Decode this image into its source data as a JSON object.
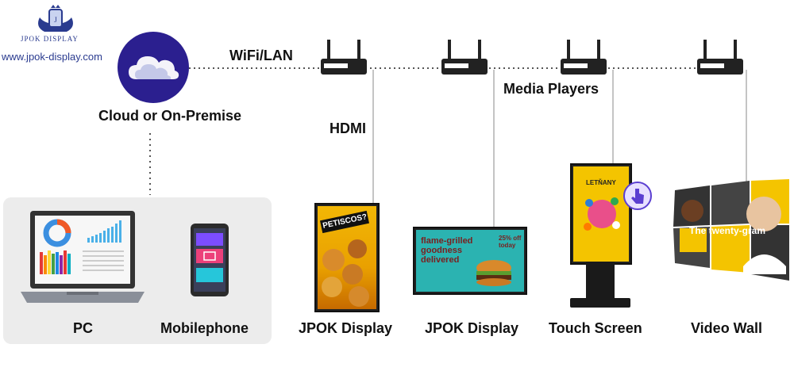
{
  "brand": {
    "logo_text": "JPOK DISPLAY",
    "website": "www.jpok-display.com"
  },
  "diagram": {
    "cloud_label": "Cloud or On-Premise",
    "network_label": "WiFi/LAN",
    "hdmi_label": "HDMI",
    "media_players_label": "Media Players",
    "controllers": [
      {
        "label": "PC"
      },
      {
        "label": "Mobilephone"
      }
    ],
    "displays": [
      {
        "label_bold": "JPOK",
        "label_rest": " Display",
        "screen_text": "PETISCOS?"
      },
      {
        "label_bold": "JPOK",
        "label_rest": " Display",
        "screen_text": "flame-grilled goodness delivered",
        "badge": "25% off today"
      },
      {
        "label_bold": "",
        "label_rest": "Touch Screen",
        "screen_text": "LETŇANY"
      },
      {
        "label_bold": "",
        "label_rest": "Video Wall",
        "screen_text": "The twenty-gram"
      }
    ],
    "colors": {
      "cloud": "#2b1f8f",
      "accent_teal": "#2bb3b1",
      "yellow": "#f4c400",
      "line": "#555555"
    }
  }
}
